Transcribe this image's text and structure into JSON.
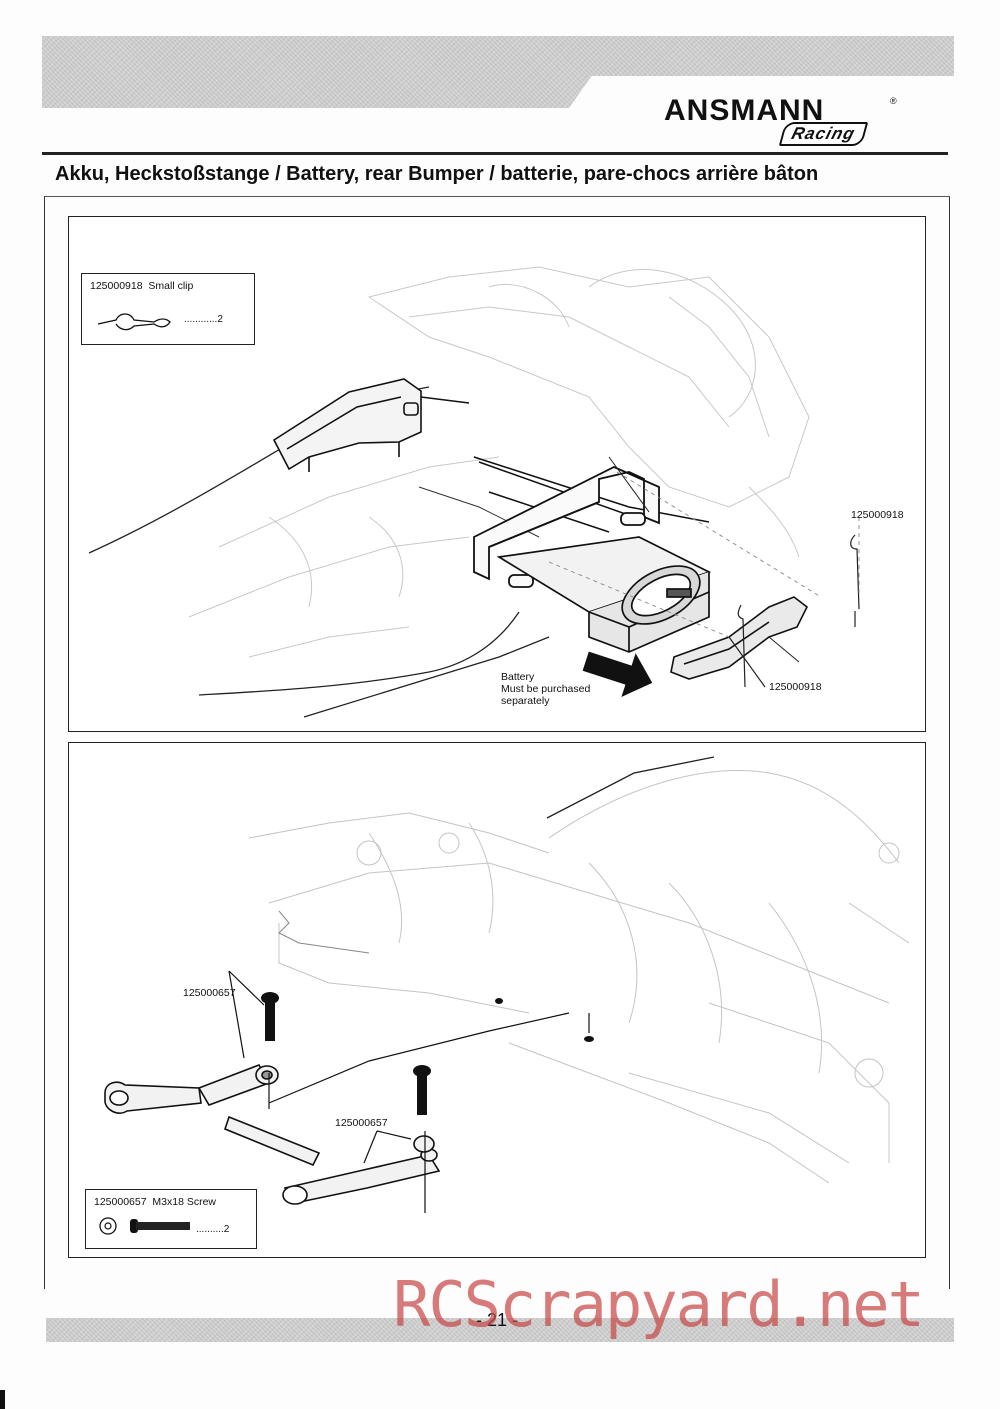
{
  "header": {
    "logo_main": "ANSMANN",
    "logo_registered": "®",
    "logo_sub": "Racing"
  },
  "section_title": "Akku, Heckstoßstange / Battery, rear Bumper / batterie, pare-chocs arrière bâton",
  "top_panel": {
    "parts_box": {
      "part_number": "125000918",
      "part_name": "Small clip",
      "quantity": "2"
    },
    "callouts": [
      {
        "text": "125000918"
      },
      {
        "text": "125000918"
      }
    ],
    "battery_note": [
      "Battery",
      "Must be purchased",
      "separately"
    ]
  },
  "bottom_panel": {
    "parts_box": {
      "part_number": "125000657",
      "part_name": "M3x18 Screw",
      "quantity": "2"
    },
    "callouts": [
      {
        "text": "125000657"
      },
      {
        "text": "125000657"
      }
    ]
  },
  "footer": {
    "page_number": "- 21 -"
  },
  "watermark": "RCScrapyard.net"
}
